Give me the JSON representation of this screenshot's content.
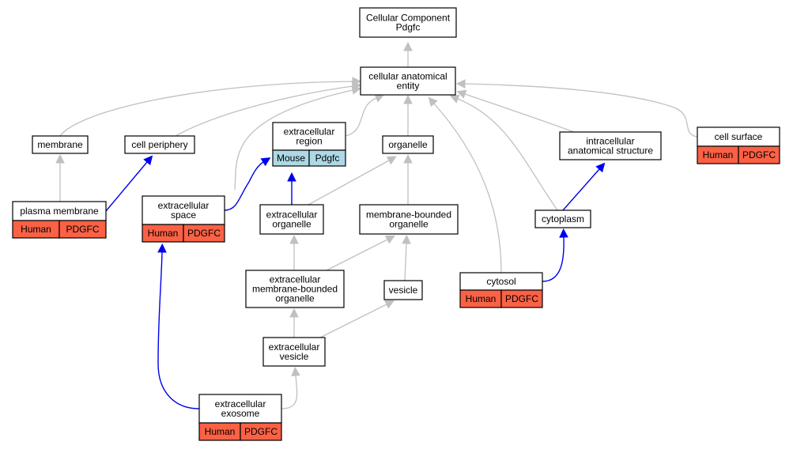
{
  "colors": {
    "human_badge": "#fa6145",
    "mouse_badge": "#add8e6",
    "is_a_edge": "#c0c0c0",
    "annotated_edge": "#0000ee"
  },
  "nodes": {
    "root": {
      "lines": [
        "Cellular Component",
        "Pdgfc"
      ]
    },
    "cellular_anatomical_entity": {
      "lines": [
        "cellular anatomical",
        "entity"
      ]
    },
    "membrane": {
      "lines": [
        "membrane"
      ]
    },
    "cell_periphery": {
      "lines": [
        "cell periphery"
      ]
    },
    "extracellular_region": {
      "lines": [
        "extracellular",
        "region"
      ],
      "species": "Mouse",
      "gene": "Pdgfc"
    },
    "organelle": {
      "lines": [
        "organelle"
      ]
    },
    "intracellular_anatomical_structure": {
      "lines": [
        "intracellular",
        "anatomical structure"
      ]
    },
    "cell_surface": {
      "lines": [
        "cell surface"
      ],
      "species": "Human",
      "gene": "PDGFC"
    },
    "plasma_membrane": {
      "lines": [
        "plasma membrane"
      ],
      "species": "Human",
      "gene": "PDGFC"
    },
    "extracellular_space": {
      "lines": [
        "extracellular",
        "space"
      ],
      "species": "Human",
      "gene": "PDGFC"
    },
    "extracellular_organelle": {
      "lines": [
        "extracellular",
        "organelle"
      ]
    },
    "membrane_bounded_organelle": {
      "lines": [
        "membrane-bounded",
        "organelle"
      ]
    },
    "cytoplasm": {
      "lines": [
        "cytoplasm"
      ]
    },
    "extracellular_membrane_bounded_organelle": {
      "lines": [
        "extracellular",
        "membrane-bounded",
        "organelle"
      ]
    },
    "vesicle": {
      "lines": [
        "vesicle"
      ]
    },
    "cytosol": {
      "lines": [
        "cytosol"
      ],
      "species": "Human",
      "gene": "PDGFC"
    },
    "extracellular_vesicle": {
      "lines": [
        "extracellular",
        "vesicle"
      ]
    },
    "extracellular_exosome": {
      "lines": [
        "extracellular",
        "exosome"
      ],
      "species": "Human",
      "gene": "PDGFC"
    }
  },
  "edges": [
    {
      "from": "cellular_anatomical_entity",
      "to": "root",
      "kind": "is_a"
    },
    {
      "from": "membrane",
      "to": "cellular_anatomical_entity",
      "kind": "is_a"
    },
    {
      "from": "cell_periphery",
      "to": "cellular_anatomical_entity",
      "kind": "is_a"
    },
    {
      "from": "extracellular_region",
      "to": "cellular_anatomical_entity",
      "kind": "is_a"
    },
    {
      "from": "extracellular_space",
      "to": "cellular_anatomical_entity",
      "kind": "is_a"
    },
    {
      "from": "organelle",
      "to": "cellular_anatomical_entity",
      "kind": "is_a"
    },
    {
      "from": "cytosol",
      "to": "cellular_anatomical_entity",
      "kind": "is_a"
    },
    {
      "from": "intracellular_anatomical_structure",
      "to": "cellular_anatomical_entity",
      "kind": "is_a"
    },
    {
      "from": "cytoplasm",
      "to": "cellular_anatomical_entity",
      "kind": "is_a"
    },
    {
      "from": "cell_surface",
      "to": "cellular_anatomical_entity",
      "kind": "is_a"
    },
    {
      "from": "plasma_membrane",
      "to": "membrane",
      "kind": "is_a"
    },
    {
      "from": "plasma_membrane",
      "to": "cell_periphery",
      "kind": "annotated"
    },
    {
      "from": "extracellular_space",
      "to": "extracellular_region",
      "kind": "annotated"
    },
    {
      "from": "extracellular_organelle",
      "to": "extracellular_region",
      "kind": "annotated"
    },
    {
      "from": "extracellular_organelle",
      "to": "organelle",
      "kind": "is_a"
    },
    {
      "from": "membrane_bounded_organelle",
      "to": "organelle",
      "kind": "is_a"
    },
    {
      "from": "cytoplasm",
      "to": "intracellular_anatomical_structure",
      "kind": "annotated"
    },
    {
      "from": "extracellular_membrane_bounded_organelle",
      "to": "extracellular_organelle",
      "kind": "is_a"
    },
    {
      "from": "extracellular_membrane_bounded_organelle",
      "to": "membrane_bounded_organelle",
      "kind": "is_a"
    },
    {
      "from": "vesicle",
      "to": "membrane_bounded_organelle",
      "kind": "is_a"
    },
    {
      "from": "cytosol",
      "to": "cytoplasm",
      "kind": "annotated"
    },
    {
      "from": "extracellular_vesicle",
      "to": "extracellular_membrane_bounded_organelle",
      "kind": "is_a"
    },
    {
      "from": "extracellular_vesicle",
      "to": "vesicle",
      "kind": "is_a"
    },
    {
      "from": "extracellular_exosome",
      "to": "extracellular_vesicle",
      "kind": "is_a"
    },
    {
      "from": "extracellular_exosome",
      "to": "extracellular_space",
      "kind": "annotated"
    }
  ]
}
